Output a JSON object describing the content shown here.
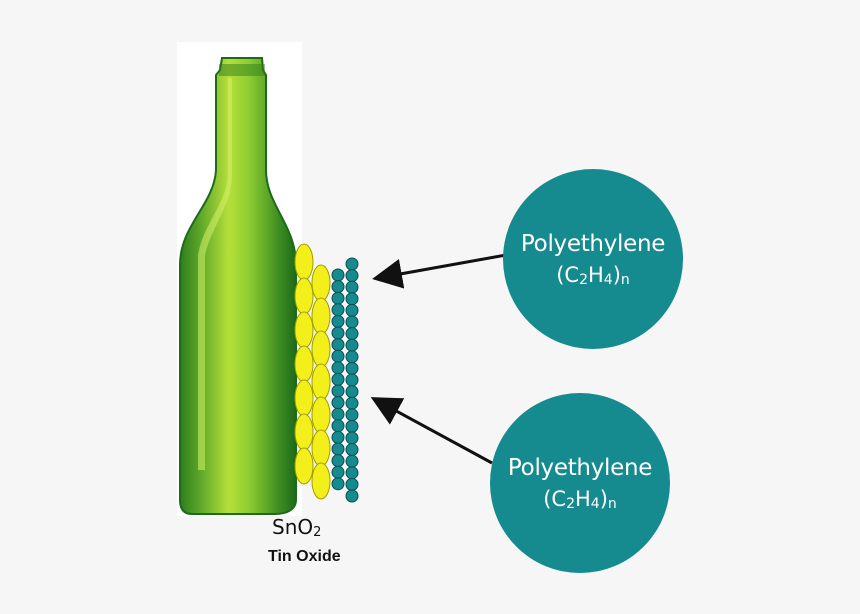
{
  "colors": {
    "bottle_dark": "#1d6b1a",
    "bottle_mid": "#5ea82a",
    "bottle_light": "#b6df3a",
    "tin_oxide": "#f2ef1a",
    "polyethylene": "#158a8f",
    "arrow": "#111111"
  },
  "sno2": {
    "label_main": "SnO",
    "label_sub_digit": "2",
    "name": "Tin Oxide"
  },
  "polyethylene_top": {
    "name": "Polyethylene",
    "formula_a": "(C",
    "formula_b": "2",
    "formula_c": "H",
    "formula_d": "4",
    "formula_e": ")",
    "formula_f": "n"
  },
  "polyethylene_bottom": {
    "name": "Polyethylene",
    "formula_a": "(C",
    "formula_b": "2",
    "formula_c": "H",
    "formula_d": "4",
    "formula_e": ")",
    "formula_f": "n"
  }
}
